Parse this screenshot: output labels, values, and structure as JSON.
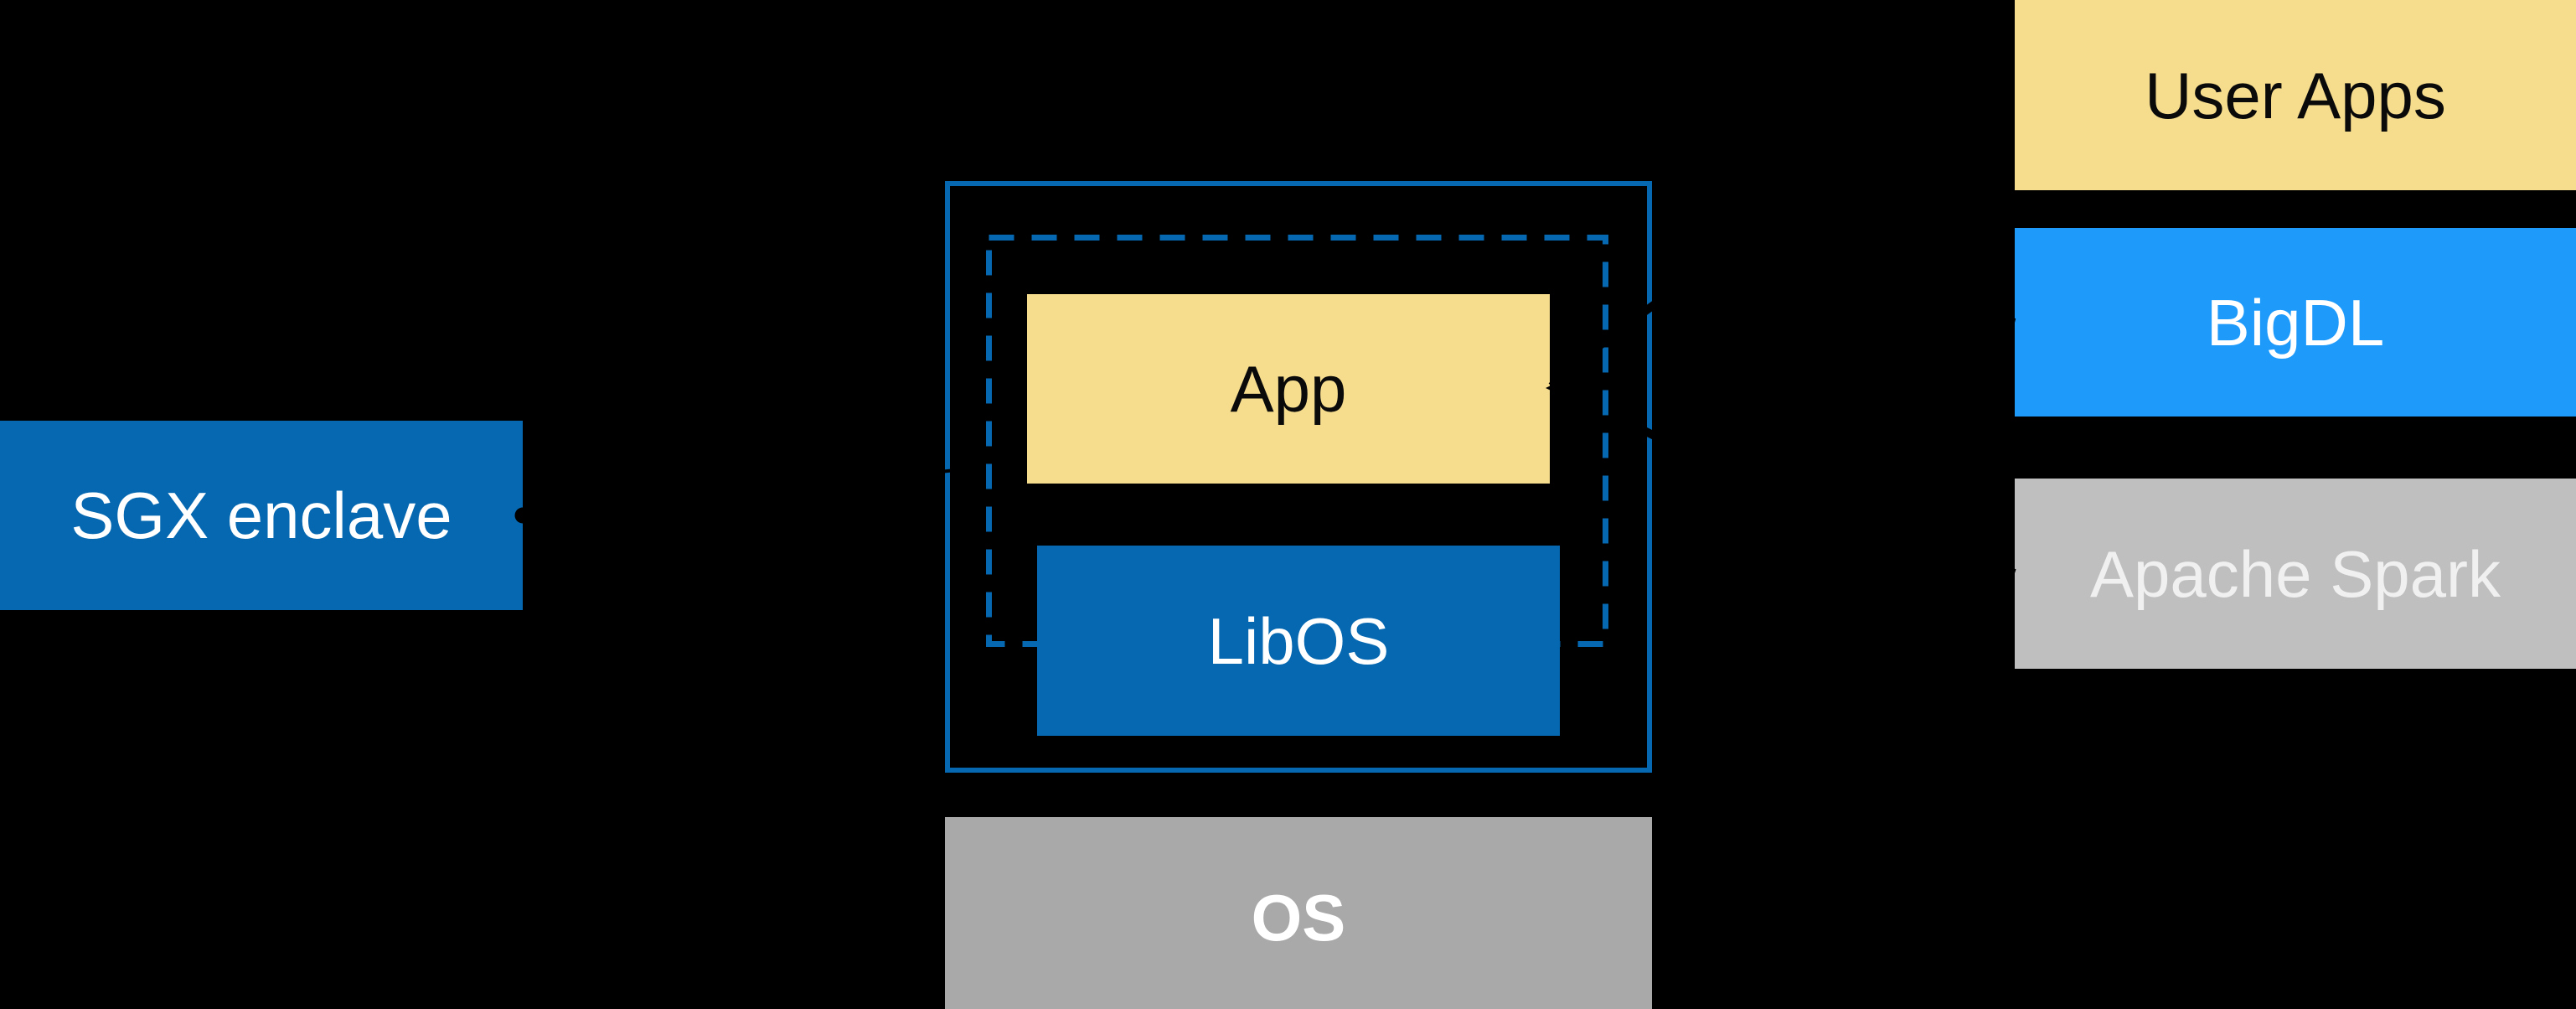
{
  "diagram": {
    "description": "SGX enclave architecture diagram: an enclave (solid blue box) contains a dashed trust boundary wrapping an App on top of a LibOS, all running above the OS; at right a software stack of User Apps on BigDL on Apache Spark; black connector annotations point from the stack into the enclave.",
    "boxes": {
      "sgx": {
        "label": "SGX enclave"
      },
      "app": {
        "label": "App"
      },
      "libos": {
        "label": "LibOS"
      },
      "os": {
        "label": "OS"
      },
      "user_apps": {
        "label": "User Apps"
      },
      "bigdl": {
        "label": "BigDL"
      },
      "apache_spark": {
        "label": "Apache Spark"
      }
    },
    "colors": {
      "background": "#000000",
      "intel_blue": "#0668B1",
      "bright_blue": "#1E9AFB",
      "soft_yellow": "#F6DC8D",
      "light_gray": "#BFBFBF",
      "medium_gray": "#A9A9A9",
      "annotation_black": "#000000",
      "text_white": "#FFFFFF",
      "text_black": "#0A0A0A"
    }
  }
}
